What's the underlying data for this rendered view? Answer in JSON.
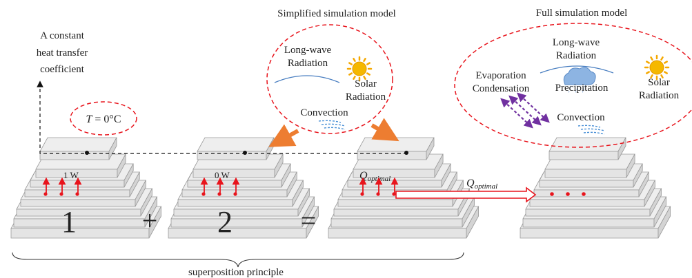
{
  "left_label": {
    "line1": "A constant",
    "line2": "heat transfer",
    "line3": "coefficient"
  },
  "temp_condition": {
    "T": "T",
    "rest": "= 0°C"
  },
  "simplified_model": {
    "title": "Simplified simulation model",
    "longwave_line1": "Long-wave",
    "longwave_line2": "Radiation",
    "solar_line1": "Solar",
    "solar_line2": "Radiation",
    "convection": "Convection"
  },
  "full_model": {
    "title": "Full simulation model",
    "longwave_line1": "Long-wave",
    "longwave_line2": "Radiation",
    "evap_line1": "Evaporation",
    "evap_line2": "Condensation",
    "precipitation": "Precipitation",
    "solar_line1": "Solar",
    "solar_line2": "Radiation",
    "convection": "Convection"
  },
  "stack1": {
    "number": "1",
    "power": "1 W"
  },
  "stack2": {
    "number": "2",
    "power": "0 W"
  },
  "stack3": {
    "q_symbol": "Q",
    "q_sub": "optimal"
  },
  "transfer_label": {
    "q_symbol": "Q",
    "q_sub": "optimal"
  },
  "operators": {
    "plus": "+",
    "equals": "="
  },
  "superposition": "superposition  principle",
  "colors": {
    "red": "#e8141c",
    "orange": "#ed7d31",
    "blue": "#4a7fc1",
    "sun": "#f5a800",
    "purple": "#7030a0",
    "slab_top": "#eeeeee",
    "slab_side": "#d4d4d4",
    "slab_edge": "#9a9a9a"
  }
}
